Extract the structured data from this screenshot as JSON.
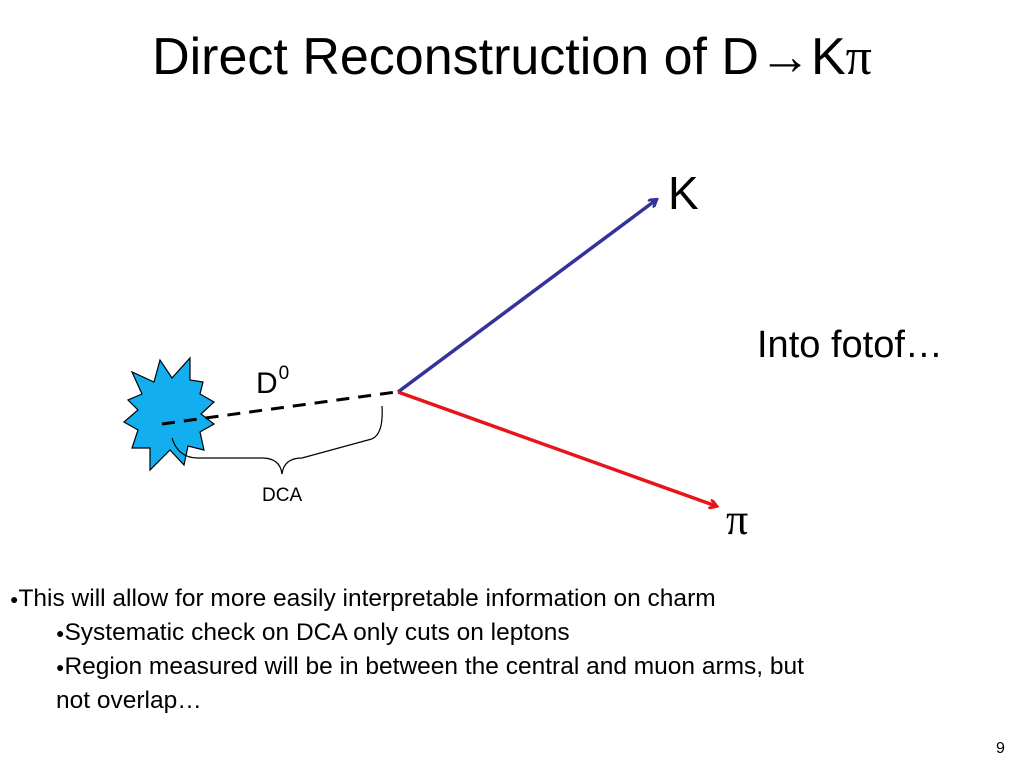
{
  "slide": {
    "title_text": "Direct Reconstruction of D",
    "title_arrow": "→",
    "title_suffix": "K",
    "title_pi": "π",
    "page_number": "9"
  },
  "diagram": {
    "kaon_label": "K",
    "pion_label": "π",
    "d_meson_label": "D",
    "d_meson_superscript": "0",
    "dca_label": "DCA",
    "annotation": "Into fotof…",
    "colors": {
      "kaon_track": "#333399",
      "pion_track": "#e8141b",
      "collision_star": "#13aef0",
      "dashed_path": "#000000"
    }
  },
  "bullets": [
    {
      "text": "This will allow for more easily interpretable information on charm"
    },
    {
      "text": "Systematic check on DCA only cuts on leptons"
    },
    {
      "text": "Region measured will be in between the central and muon arms, but",
      "continuation": "not overlap…"
    }
  ]
}
